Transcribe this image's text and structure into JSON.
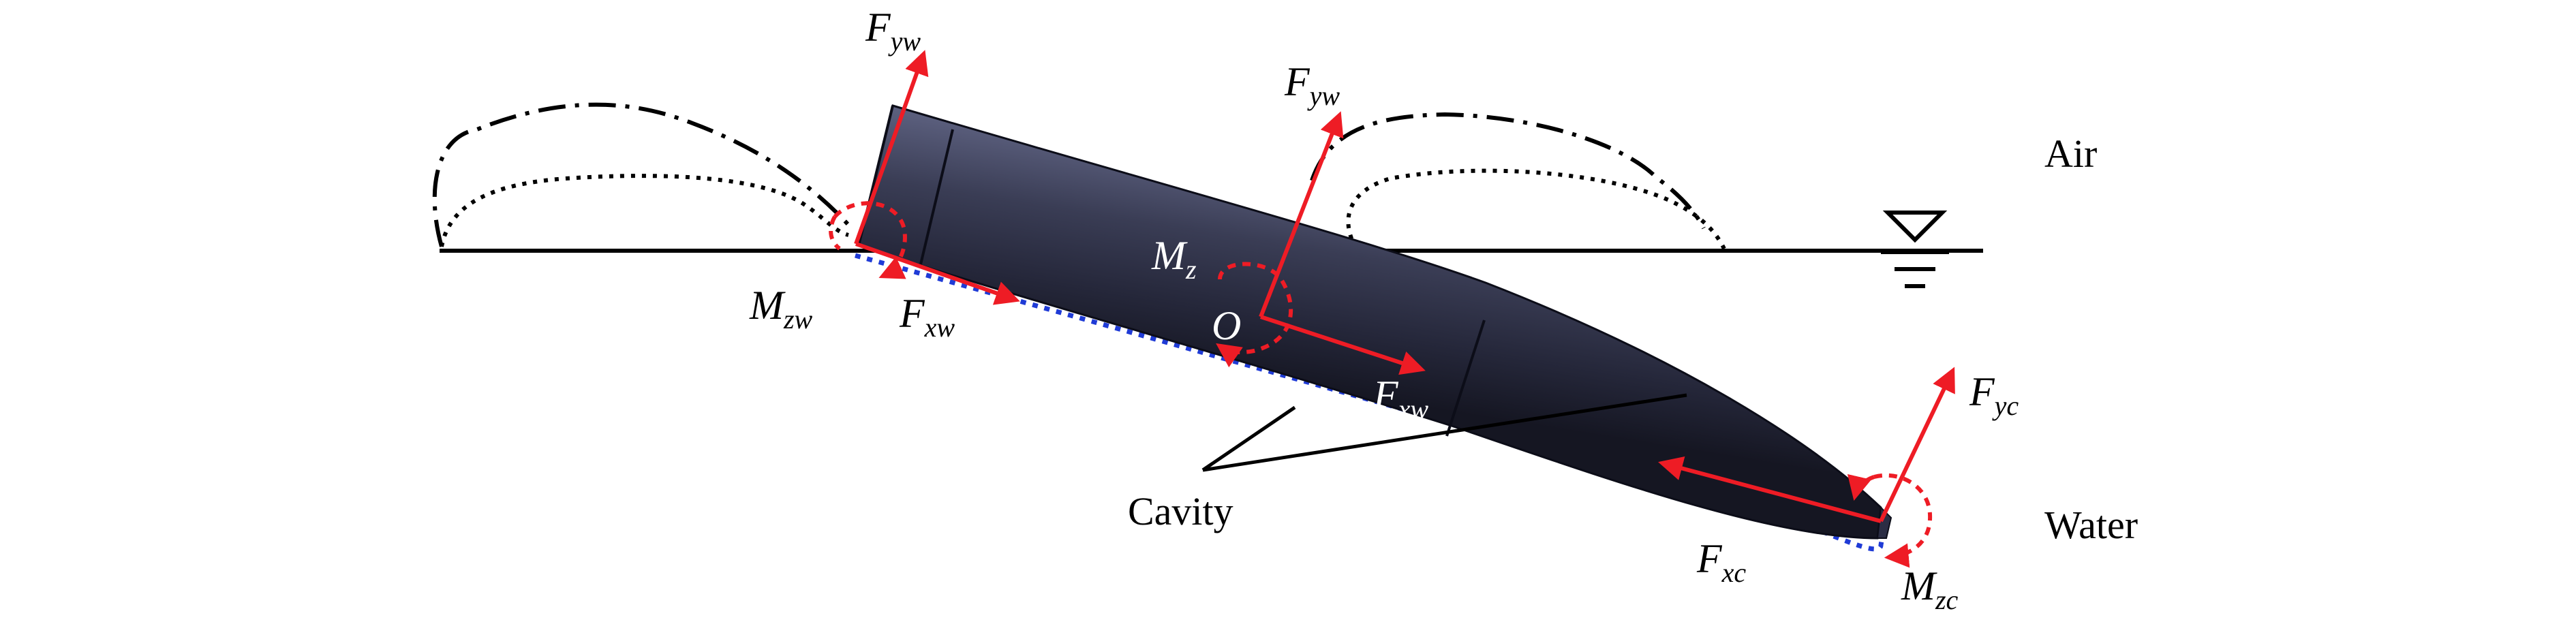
{
  "labels": {
    "air": "Air",
    "water": "Water",
    "cavity": "Cavity",
    "origin": "O",
    "fyw_body": {
      "main": "F",
      "sub": "yw"
    },
    "fyw_nose": {
      "main": "F",
      "sub": "yw"
    },
    "fxw_nose": {
      "main": "F",
      "sub": "xw"
    },
    "fxw_body": {
      "main": "F",
      "sub": "xw"
    },
    "mzw": {
      "main": "M",
      "sub": "zw"
    },
    "mz": {
      "main": "M",
      "sub": "z"
    },
    "fyc": {
      "main": "F",
      "sub": "yc"
    },
    "fxc": {
      "main": "F",
      "sub": "xc"
    },
    "mzc": {
      "main": "M",
      "sub": "zc"
    }
  },
  "colors": {
    "force": "#ee1c25",
    "moment": "#ee1c25",
    "cavity_outline": "#1f3bd6",
    "body_dark": "#1f2130",
    "body_mid": "#3a3d52",
    "body_light": "#6a6e88",
    "line": "#000000",
    "splash": "#000000"
  },
  "icons": {
    "water_level": "water-surface-symbol-icon"
  }
}
